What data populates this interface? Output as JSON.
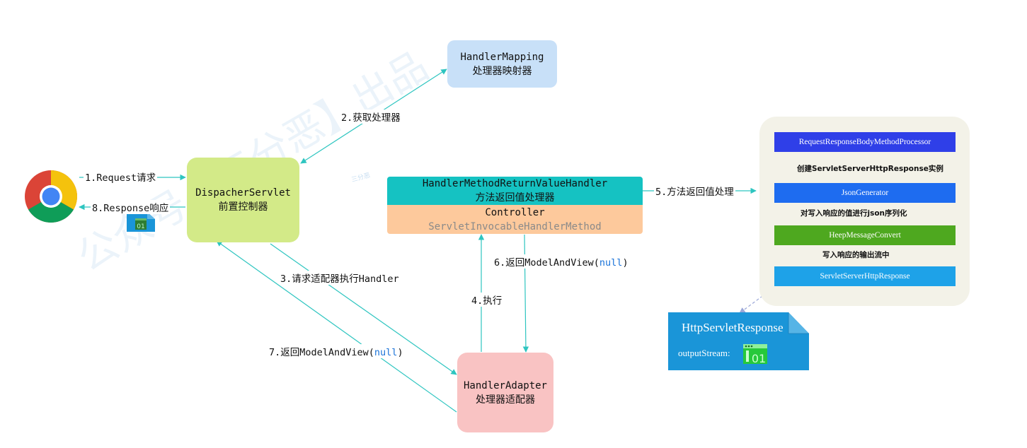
{
  "colors": {
    "arrow": "#2ec5c0",
    "handler_mapping": "#c8e0f8",
    "dispatcher": "#d3ea88",
    "adapter": "#f9c3c3",
    "return_handler": "#15c2c2",
    "controller": "#fdc99c",
    "null_keyword": "#1a73d9",
    "processor": "#2f3fe8",
    "json_generator": "#1e6cf0",
    "message_convert": "#4ea81f",
    "servlet_response": "#1ea2e8",
    "http_response_doc": "#1a95d8"
  },
  "watermark": {
    "main": "公众号【三分恶】出品",
    "small": "三分恶"
  },
  "nodes": {
    "handler_mapping": {
      "line1": "HandlerMapping",
      "line2": "处理器映射器"
    },
    "dispatcher": {
      "line1": "DispacherServlet",
      "line2": "前置控制器"
    },
    "return_handler": {
      "line1": "HandlerMethodReturnValueHandler",
      "line2": "方法返回值处理器"
    },
    "controller": {
      "line1": "Controller",
      "line2": "ServletInvocableHandlerMethod"
    },
    "adapter": {
      "line1": "HandlerAdapter",
      "line2": "处理器适配器"
    }
  },
  "edges": {
    "e1": "1.Request请求",
    "e2": "2.获取处理器",
    "e3": "3.请求适配器执行Handler",
    "e4": "4.执行",
    "e5": "5.方法返回值处理",
    "e6_prefix": "6.返回ModelAndView(",
    "e7_prefix": "7.返回ModelAndView(",
    "null_word": "null",
    "close_paren": ")",
    "e8": "8.Response响应"
  },
  "panel": {
    "step1": "RequestResponseBodyMethodProcessor",
    "label1": "创建ServletServerHttpResponse实例",
    "step2": "JsonGenerator",
    "label2": "对写入响应的值进行json序列化",
    "step3": "HeepMessageConvert",
    "label3": "写入响应的输出流中",
    "step4": "ServletServerHttpResponse"
  },
  "http_response": {
    "title": "HttpServletResponse",
    "field": "outputStream:"
  },
  "icons": {
    "browser": "chrome-icon",
    "binary_file": "binary-file-icon"
  }
}
